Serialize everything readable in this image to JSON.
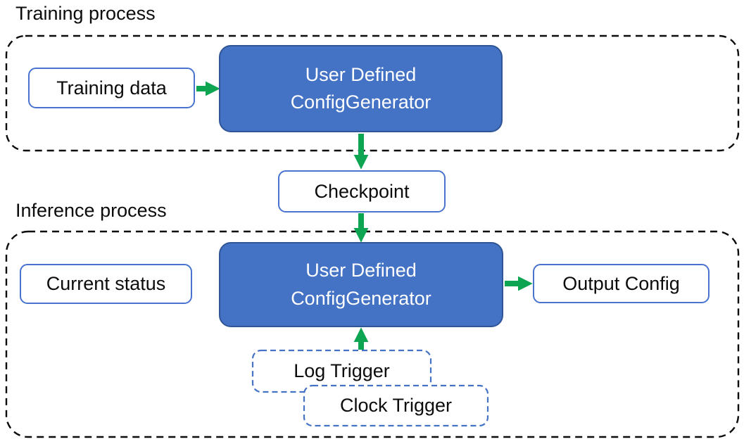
{
  "training_section": {
    "title": "Training process",
    "input_label": "Training data",
    "generator_label": "User Defined\nConfigGenerator"
  },
  "checkpoint_label": "Checkpoint",
  "inference_section": {
    "title": "Inference process",
    "input_label": "Current status",
    "generator_label": "User Defined\nConfigGenerator",
    "output_label": "Output Config",
    "triggers": [
      {
        "label": "Log Trigger"
      },
      {
        "label": "Clock Trigger"
      }
    ]
  },
  "colors": {
    "generator_box_fill": "#4472C4",
    "generator_box_border": "#2F5597",
    "io_box_border": "#4874CF",
    "trigger_box_border": "#4472C4",
    "arrow_green": "#0DA551",
    "container_dash": "#000000",
    "text_dark": "#0C0C0C",
    "text_on_blue": "#FFFFFF"
  }
}
